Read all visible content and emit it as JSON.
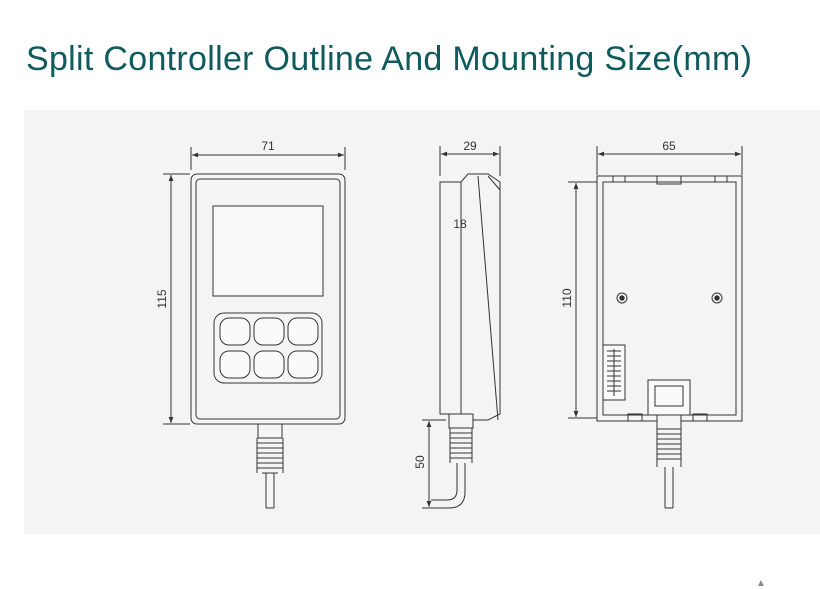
{
  "title": "Split Controller Outline And Mounting Size(mm)",
  "dimensions": {
    "front_width": "71",
    "front_height": "115",
    "side_depth": "29",
    "side_inner_depth": "18",
    "cable_length": "50",
    "back_width": "65",
    "back_height": "110"
  },
  "keypad": {
    "rows": 2,
    "cols": 3
  },
  "colors": {
    "title": "#0e5a5c",
    "panel": "#f4f4f4",
    "line": "#333333"
  }
}
